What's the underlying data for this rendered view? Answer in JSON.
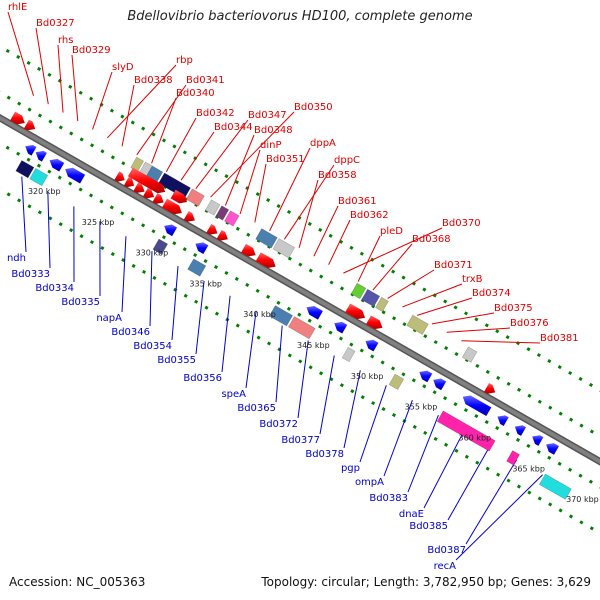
{
  "title": "Bdellovibrio bacteriovorus HD100, complete genome",
  "accession": "Accession: NC_005363",
  "summary": "Topology: circular; Length: 3,782,950 bp; Genes: 3,629",
  "ticks": [
    "320 kbp",
    "325 kbp",
    "330 kbp",
    "335 kbp",
    "340 kbp",
    "345 kbp",
    "350 kbp",
    "355 kbp",
    "360 kbp",
    "365 kbp",
    "370 kbp"
  ],
  "top_labels": [
    "rhlE",
    "Bd0327",
    "rhs",
    "Bd0329",
    "slyD",
    "rbp",
    "Bd0338",
    "Bd0341",
    "Bd0340",
    "Bd0342",
    "Bd0344",
    "Bd0347",
    "Bd0350",
    "Bd0348",
    "dinP",
    "Bd0351",
    "dppA",
    "dppC",
    "Bd0358",
    "Bd0361",
    "Bd0362",
    "Bd0370",
    "pleD",
    "Bd0368",
    "Bd0371",
    "trxB",
    "Bd0374",
    "Bd0375",
    "Bd0376",
    "Bd0381"
  ],
  "bottom_labels": [
    "ndh",
    "Bd0333",
    "Bd0334",
    "Bd0335",
    "napA",
    "Bd0346",
    "Bd0354",
    "Bd0355",
    "Bd0356",
    "speA",
    "Bd0365",
    "Bd0372",
    "Bd0377",
    "Bd0378",
    "pgp",
    "ompA",
    "Bd0383",
    "dnaE",
    "Bd0385",
    "Bd0387",
    "recA"
  ],
  "colors": {
    "forward": "#ff0000",
    "reverse": "#0000ff",
    "backbone": "#808080",
    "dots": "#008000",
    "top_label": "#e00000",
    "bottom_label": "#0000cc"
  }
}
